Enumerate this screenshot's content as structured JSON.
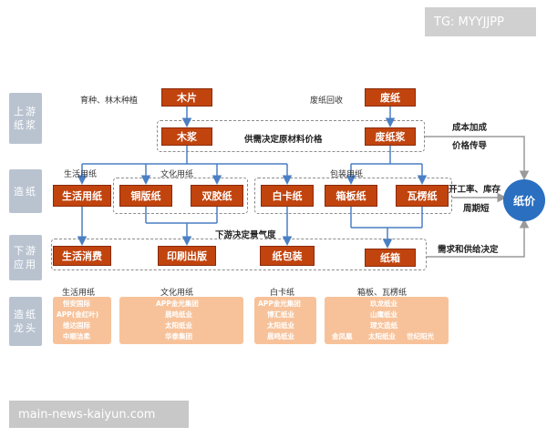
{
  "watermark_top": "TG: MYYJJPP",
  "watermark_bottom": "main-news-kaiyun.com",
  "stages": {
    "upstream_pulp": "上游\n纸浆",
    "papermaking": "造纸",
    "downstream": "下游\n应用",
    "leaders": "造纸\n龙头"
  },
  "nodes": {
    "wood_chips": "木片",
    "waste_paper": "废纸",
    "wood_pulp": "木浆",
    "waste_pulp": "废纸浆",
    "household_paper": "生活用纸",
    "coated_paper": "铜版纸",
    "offset_paper": "双胶纸",
    "white_board": "白卡纸",
    "box_board": "箱板纸",
    "corrugated": "瓦楞纸",
    "consumption": "生活消费",
    "printing": "印刷出版",
    "packaging": "纸包装",
    "carton": "纸箱",
    "price": "纸价"
  },
  "annotations": {
    "forestry": "育种、林木种植",
    "recycling": "废纸回收",
    "supply_demand": "供需决定原材料价格",
    "cost_plus_1": "成本加成",
    "cost_plus_2": "价格传导",
    "group_household": "生活用纸",
    "group_culture": "文化用纸",
    "group_packaging": "包装用纸",
    "boom": "下游决定景气度",
    "operating_1": "开工率、库存",
    "operating_2": "周期短",
    "supply_demand_final": "需求和供给决定"
  },
  "panels": {
    "household": {
      "title": "生活用纸",
      "companies": [
        "恒安国际",
        "APP(金红叶)",
        "维达国际",
        "中顺洁柔"
      ]
    },
    "culture": {
      "title": "文化用纸",
      "companies": [
        "APP金光集团",
        "晨鸣纸业",
        "太阳纸业",
        "华泰集团"
      ]
    },
    "whiteboard": {
      "title": "白卡纸",
      "companies": [
        "APP金光集团",
        "博汇纸业",
        "太阳纸业",
        "晨鸣纸业"
      ]
    },
    "boxboard": {
      "title": "箱板、瓦楞纸",
      "companies": [
        "玖龙纸业",
        "山鹰纸业",
        "理文造纸",
        "金凤凰",
        "太阳纸业",
        "世纪阳光"
      ]
    }
  },
  "colors": {
    "node": "#c1440e",
    "stage": "#b9c3d0",
    "panel": "#f7c29a",
    "price": "#2a6fc0",
    "arrow": "#4a7fc4"
  }
}
